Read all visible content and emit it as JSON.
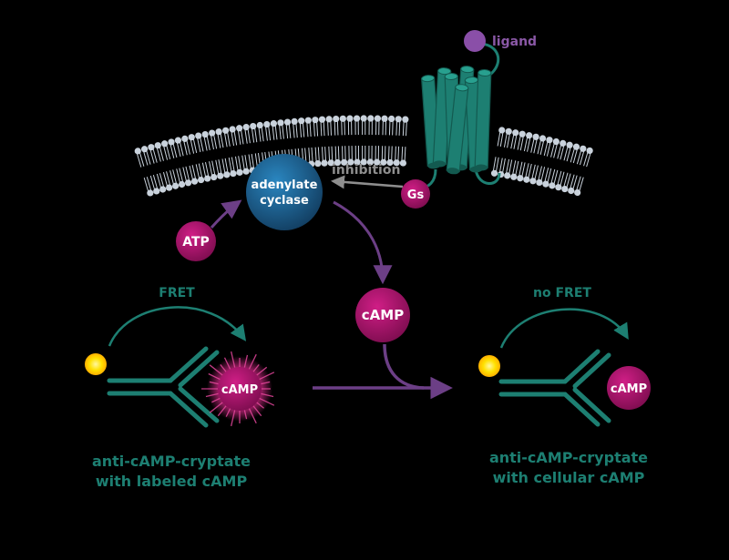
{
  "labels": {
    "ligand": "ligand",
    "inhibition": "inhibition",
    "gs": "Gs",
    "adenylate_line1": "adenylate",
    "adenylate_line2": "cyclase",
    "atp": "ATP",
    "camp_center": "cAMP",
    "camp_left": "cAMP",
    "camp_right": "cAMP",
    "fret": "FRET",
    "no_fret": "no FRET",
    "left_caption_line1": "anti-cAMP-cryptate",
    "left_caption_line2": "with labeled cAMP",
    "right_caption_line1": "anti-cAMP-cryptate",
    "right_caption_line2": "with cellular cAMP"
  },
  "colors": {
    "background": "#000000",
    "membrane": "#c9d2dc",
    "receptor": "#1d7f72",
    "receptor_dark": "#135a50",
    "magenta": "#b0156f",
    "blue": "#1b5f8f",
    "purple": "#6c3f86",
    "ligand": "#8a4fa8",
    "inhibition_arrow": "#8e8e8e",
    "donor": "#ffe100"
  }
}
